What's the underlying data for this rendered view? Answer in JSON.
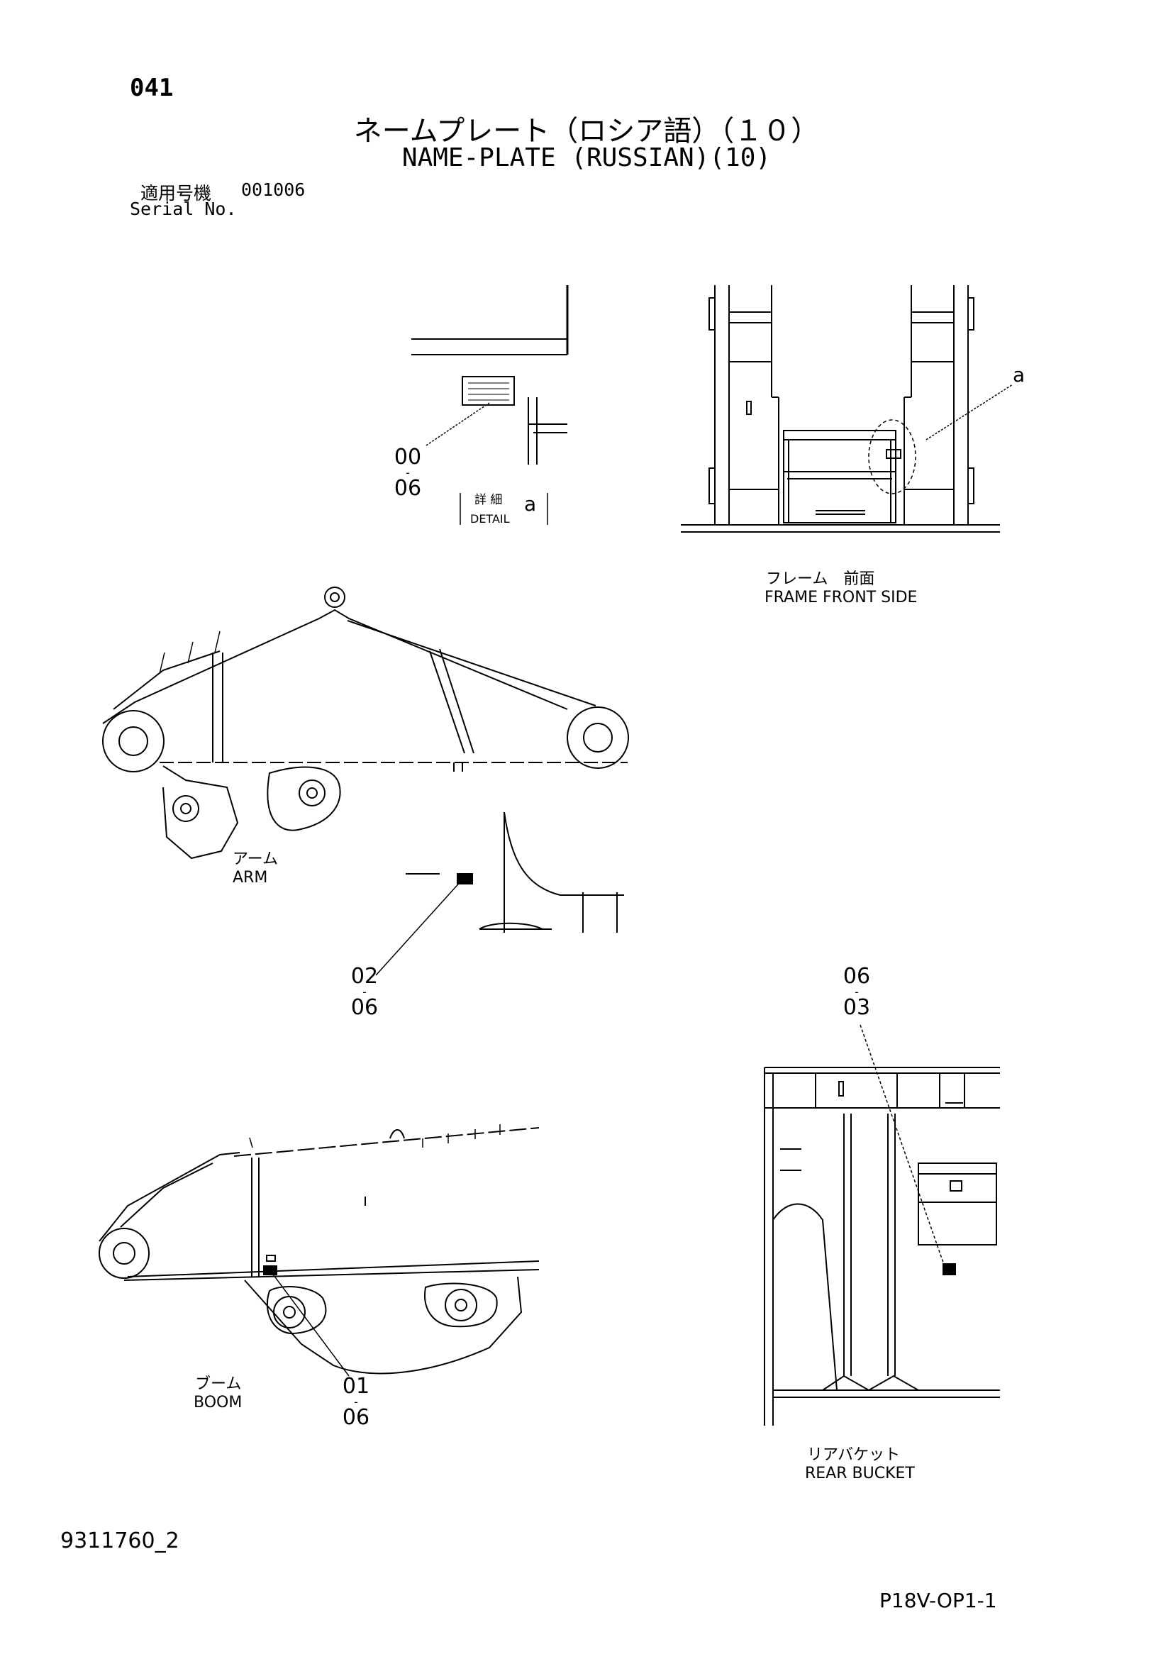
{
  "header": {
    "page_no": "041",
    "title_jp": "ネームプレート（ロシア語）（１０）",
    "title_en": "NAME-PLATE (RUSSIAN)(10)",
    "serial_label_jp": "適用号機",
    "serial_value": "001006",
    "serial_label_en": "Serial No."
  },
  "detail": {
    "label_jp": "詳 細",
    "label_en": "DETAIL",
    "letter": "a",
    "ref_top": "00",
    "ref_bottom": "06"
  },
  "frame": {
    "label_jp": "フレーム　前面",
    "label_en": "FRAME FRONT SIDE",
    "callout": "a"
  },
  "arm": {
    "label_jp": "アーム",
    "label_en": "ARM",
    "ref_top": "02",
    "ref_bottom": "06"
  },
  "boom": {
    "label_jp": "ブーム",
    "label_en": "BOOM",
    "ref_top": "01",
    "ref_bottom": "06"
  },
  "rear_bucket": {
    "label_jp": "リアバケット",
    "label_en": "REAR BUCKET",
    "ref_top": "06",
    "ref_bottom": "03"
  },
  "footer": {
    "doc_number": "9311760_2",
    "sheet_ref": "P18V-OP1-1"
  }
}
